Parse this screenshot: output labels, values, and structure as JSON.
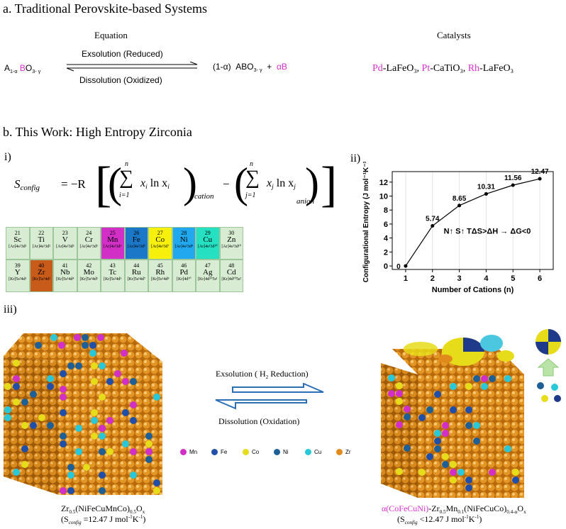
{
  "section_a": {
    "title": "a. Traditional  Perovskite-based Systems",
    "equation_header": "Equation",
    "catalysts_header": "Catalysts",
    "reactant_prefix": "A",
    "reactant_sub": "1-α",
    "reactant_b": "B",
    "reactant_suffix": "O",
    "reactant_suffix_sub": "3- γ",
    "forward_label": "Exsolution (Reduced)",
    "reverse_label": "Dissolution (Oxidized)",
    "product_coef": "(1-α)",
    "product": "ABO",
    "product_sub": "3- γ",
    "plus": "+",
    "product_b": "αB",
    "catalysts": [
      {
        "metal": "Pd",
        "support": "-LaFeO",
        "sub": "3",
        "sep": ", "
      },
      {
        "metal": "Pt",
        "support": "-CaTiO",
        "sub": "3",
        "sep": ", "
      },
      {
        "metal": "Rh",
        "support": "-LaFeO",
        "sub": "3",
        "sep": ""
      }
    ]
  },
  "section_b": {
    "title": "b. This Work: High Entropy Zirconia",
    "label_i": "i)",
    "label_ii": "ii)",
    "label_iii": "iii)",
    "formula": {
      "lhs": "S",
      "lhs_sub": "config",
      "eq": "= −R",
      "sum_top": "n",
      "sum1_bottom": "i=1",
      "sum2_bottom": "j=1",
      "term1": "x",
      "term1_sub": "i",
      "ln1": "ln x",
      "ln1_sub": "i",
      "cation": "cation",
      "minus": "−",
      "term2": "x",
      "term2_sub": "j",
      "ln2": "ln x",
      "ln2_sub": "j",
      "anion": "anion"
    }
  },
  "periodic_table": [
    {
      "num": "21",
      "sym": "Sc",
      "cfg": "[Ar]4s²3d¹",
      "color": "#d7ecd2"
    },
    {
      "num": "22",
      "sym": "Ti",
      "cfg": "[Ar]4s²3d²",
      "color": "#d7ecd2"
    },
    {
      "num": "23",
      "sym": "V",
      "cfg": "[Ar]4s²3d³",
      "color": "#d7ecd2"
    },
    {
      "num": "24",
      "sym": "Cr",
      "cfg": "[Ar]4s¹3d⁵",
      "color": "#d7ecd2"
    },
    {
      "num": "25",
      "sym": "Mn",
      "cfg": "[Ar]4s²3d⁵",
      "color": "#d12fc6"
    },
    {
      "num": "26",
      "sym": "Fe",
      "cfg": "[Ar]4s²3d⁶",
      "color": "#1b77c8"
    },
    {
      "num": "27",
      "sym": "Co",
      "cfg": "[Ar]4s²3d⁷",
      "color": "#f7f00c"
    },
    {
      "num": "28",
      "sym": "Ni",
      "cfg": "[Ar]4s²3d⁸",
      "color": "#22a8ef"
    },
    {
      "num": "29",
      "sym": "Cu",
      "cfg": "[Ar]4s¹3d¹⁰",
      "color": "#26e0c2"
    },
    {
      "num": "30",
      "sym": "Zn",
      "cfg": "[Ar]4s²3d¹⁰",
      "color": "#d7ecd2"
    },
    {
      "num": "39",
      "sym": "Y",
      "cfg": "[Kr]5s²4d¹",
      "color": "#d7ecd2"
    },
    {
      "num": "40",
      "sym": "Zr",
      "cfg": "[Kr]5s²4d²",
      "color": "#c85a1a"
    },
    {
      "num": "41",
      "sym": "Nb",
      "cfg": "[Kr]5s¹4d⁴",
      "color": "#d7ecd2"
    },
    {
      "num": "42",
      "sym": "Mo",
      "cfg": "[Kr]5s¹4d⁵",
      "color": "#d7ecd2"
    },
    {
      "num": "43",
      "sym": "Tc",
      "cfg": "[Kr]5s²4d⁵",
      "color": "#d7ecd2"
    },
    {
      "num": "44",
      "sym": "Ru",
      "cfg": "[Kr]5s¹4d⁷",
      "color": "#d7ecd2"
    },
    {
      "num": "45",
      "sym": "Rh",
      "cfg": "[Kr]5s¹4d⁸",
      "color": "#d7ecd2"
    },
    {
      "num": "46",
      "sym": "Pd",
      "cfg": "[Kr]4d¹⁰",
      "color": "#d7ecd2"
    },
    {
      "num": "47",
      "sym": "Ag",
      "cfg": "[Kr]4d¹⁰5s¹",
      "color": "#d7ecd2"
    },
    {
      "num": "48",
      "sym": "Cd",
      "cfg": "[Kr]4d¹⁰5s²",
      "color": "#d7ecd2"
    }
  ],
  "chart_data": {
    "type": "line",
    "x": [
      1,
      2,
      3,
      4,
      5,
      6
    ],
    "values": [
      0,
      5.74,
      8.65,
      10.31,
      11.56,
      12.47
    ],
    "data_labels": [
      "0",
      "5.74",
      "8.65",
      "10.31",
      "11.56",
      "12.47"
    ],
    "xlabel": "Number of Cations (n)",
    "ylabel": "Configurational Entropy (J mol⁻¹K⁻¹)",
    "xlim": [
      0.5,
      6.5
    ],
    "ylim": [
      -0.5,
      13.5
    ],
    "xticks": [
      "1",
      "2",
      "3",
      "4",
      "5",
      "6"
    ],
    "yticks": [
      "0",
      "2",
      "4",
      "6",
      "8",
      "10",
      "12"
    ],
    "annotation": "N↑ S↑ TΔS>ΔH → ΔG<0",
    "grid": true
  },
  "section_iii": {
    "forward": "Exsolution ( H",
    "forward_sub": "2",
    "forward_end": " Reduction)",
    "reverse": "Dissolution  (Oxidation)",
    "legend": [
      {
        "name": "Mn",
        "color": "#d12fc6"
      },
      {
        "name": "Fe",
        "color": "#1f4fa8"
      },
      {
        "name": "Co",
        "color": "#e6dc1a"
      },
      {
        "name": "Ni",
        "color": "#1e5f96"
      },
      {
        "name": "Cu",
        "color": "#28c8d8"
      },
      {
        "name": "Zr",
        "color": "#e08a1c"
      }
    ],
    "left_caption_a": "Zr",
    "left_caption_a_sub": "0.5",
    "left_caption_b": "(NiFeCuMnCo)",
    "left_caption_b_sub": "0.5",
    "left_caption_c": "O",
    "left_caption_c_sub": "x",
    "left_caption2_a": "(S",
    "left_caption2_sub": "config",
    "left_caption2_b": " =12.47 J mol",
    "left_caption2_sup1": "-1",
    "left_caption2_c": "K",
    "left_caption2_sup2": "-1",
    "left_caption2_d": ")",
    "right_caption_mag": "α(CoFeCuNi)",
    "right_caption_a": "-Zr",
    "right_caption_a_sub": "0.5",
    "right_caption_b": "Mn",
    "right_caption_b_sub": "0.1",
    "right_caption_c": "(NiFeCuCo)",
    "right_caption_c_sub": "0.4-α",
    "right_caption_d": "O",
    "right_caption_d_sub": "x",
    "right_caption2_a": "(S",
    "right_caption2_sub": "config",
    "right_caption2_b": " <12.47 J mol",
    "right_caption2_sup1": "-1",
    "right_caption2_c": "K",
    "right_caption2_sup2": "-1",
    "right_caption2_d": ")"
  }
}
